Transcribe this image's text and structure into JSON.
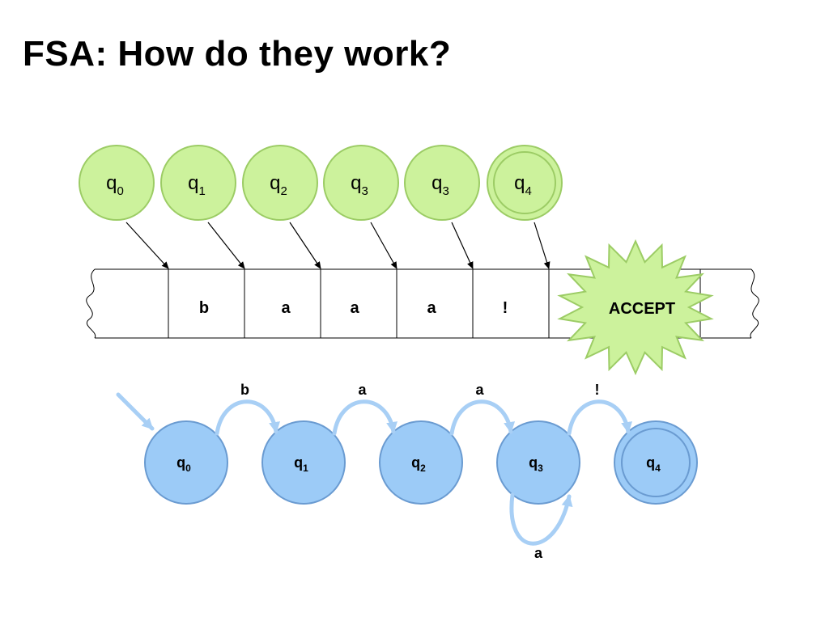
{
  "title": "FSA: How do they work?",
  "colors": {
    "green_fill": "#ccf29c",
    "green_stroke": "#9ccc65",
    "blue_fill": "#9ccbf7",
    "blue_stroke": "#6a9bd1",
    "blue_arrow": "#a8cff5"
  },
  "trace_states": [
    {
      "base": "q",
      "sub": "0",
      "accepting": false
    },
    {
      "base": "q",
      "sub": "1",
      "accepting": false
    },
    {
      "base": "q",
      "sub": "2",
      "accepting": false
    },
    {
      "base": "q",
      "sub": "3",
      "accepting": false
    },
    {
      "base": "q",
      "sub": "3",
      "accepting": false
    },
    {
      "base": "q",
      "sub": "4",
      "accepting": true
    }
  ],
  "tape": [
    "",
    "b",
    "a",
    "a",
    "a",
    "!",
    ""
  ],
  "accept_label": "ACCEPT",
  "automaton": {
    "states": [
      {
        "base": "q",
        "sub": "0",
        "accepting": false,
        "start": true
      },
      {
        "base": "q",
        "sub": "1",
        "accepting": false,
        "start": false
      },
      {
        "base": "q",
        "sub": "2",
        "accepting": false,
        "start": false
      },
      {
        "base": "q",
        "sub": "3",
        "accepting": false,
        "start": false
      },
      {
        "base": "q",
        "sub": "4",
        "accepting": true,
        "start": false
      }
    ],
    "transitions": [
      {
        "from": 0,
        "to": 1,
        "label": "b"
      },
      {
        "from": 1,
        "to": 2,
        "label": "a"
      },
      {
        "from": 2,
        "to": 3,
        "label": "a"
      },
      {
        "from": 3,
        "to": 4,
        "label": "!"
      },
      {
        "from": 3,
        "to": 3,
        "label": "a"
      }
    ]
  }
}
